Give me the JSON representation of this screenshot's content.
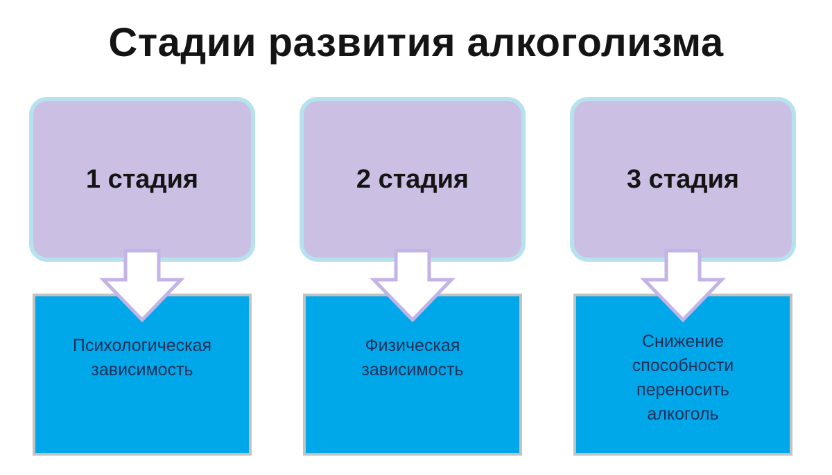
{
  "title": "Стадии развития алкоголизма",
  "stages": [
    {
      "label": "1 стадия",
      "description": "Психологическая зависимость"
    },
    {
      "label": "2 стадия",
      "description": "Физическая зависимость"
    },
    {
      "label": "3 стадия",
      "description": "Снижение способности переносить алкоголь"
    }
  ],
  "colors": {
    "stage_fill": "#cbc0e4",
    "stage_border": "#b6e2ee",
    "result_fill": "#00a7e9",
    "result_border": "#c2c2c2",
    "arrow_outline": "#c3b3e6"
  }
}
